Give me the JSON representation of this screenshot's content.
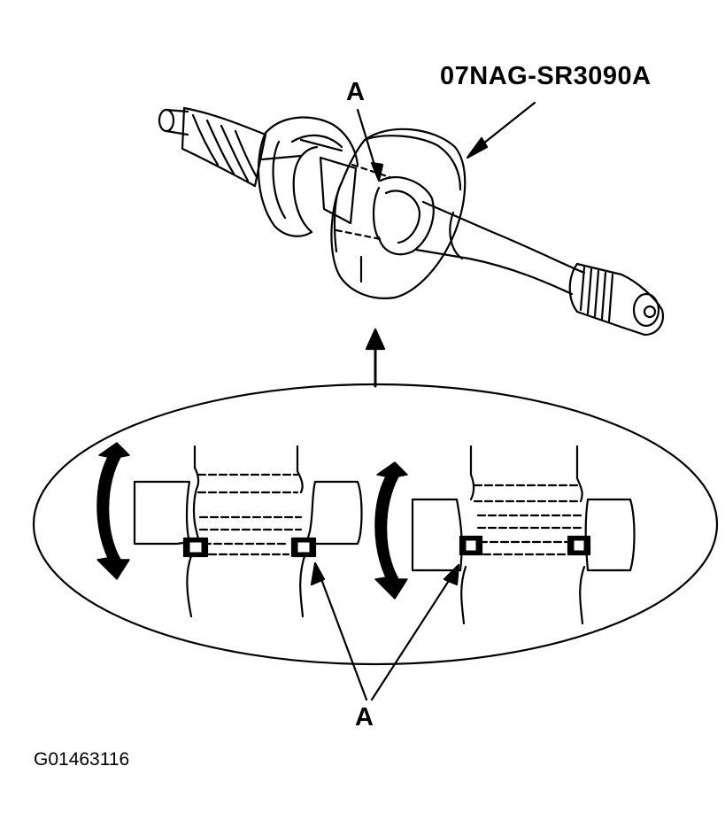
{
  "tool_label": "07NAG-SR3090A",
  "callout_top": "A",
  "callout_bottom": "A",
  "figure_id": "G01463116"
}
